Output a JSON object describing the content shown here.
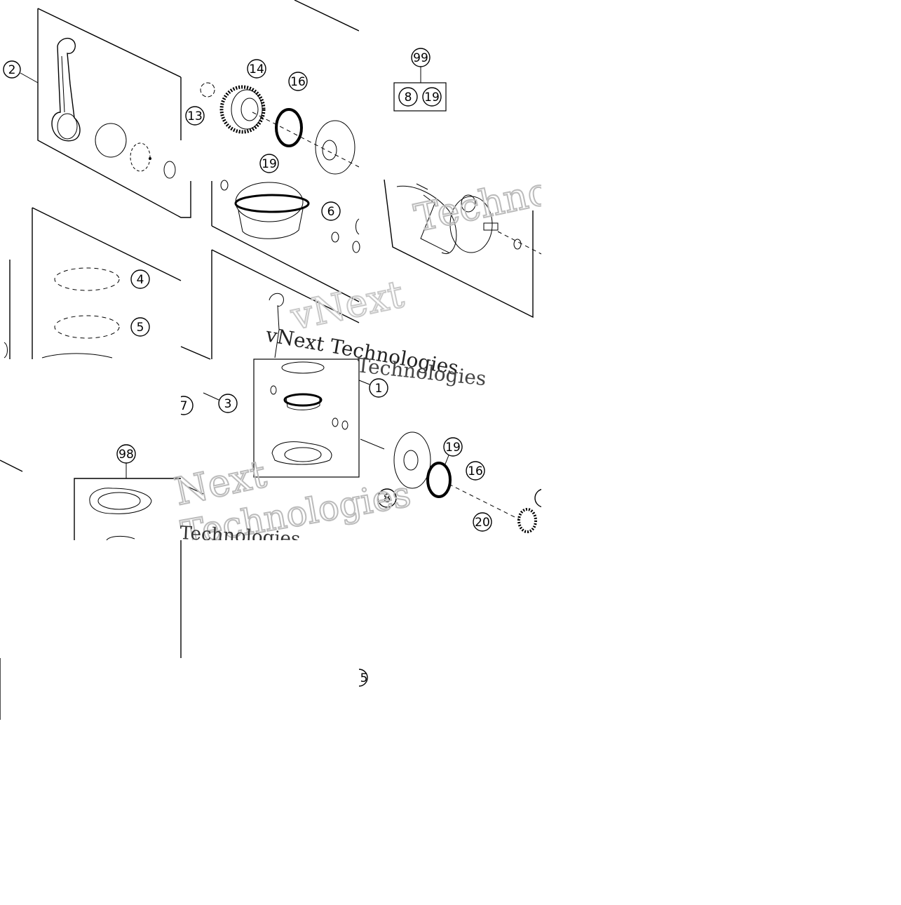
{
  "diagram": {
    "callouts": {
      "c2": "2",
      "c14": "14",
      "c16a": "16",
      "c13": "13",
      "c19a": "19",
      "c6": "6",
      "c4": "4",
      "c5": "5",
      "c1": "1",
      "c3": "3",
      "c7": "7",
      "c98": "98",
      "c99": "99",
      "c8a": "8",
      "c19b": "19",
      "c19c": "19",
      "c16b": "16",
      "c8b": "8",
      "c20": "20",
      "c1b": "1",
      "c5b": "5"
    },
    "watermarks": {
      "w1": "vNext Technologies",
      "w2": "vNext",
      "w3": "Technologies",
      "w4": "Technologies",
      "w5": "Technologies",
      "w6": "Next",
      "w7": "Technologies"
    }
  }
}
